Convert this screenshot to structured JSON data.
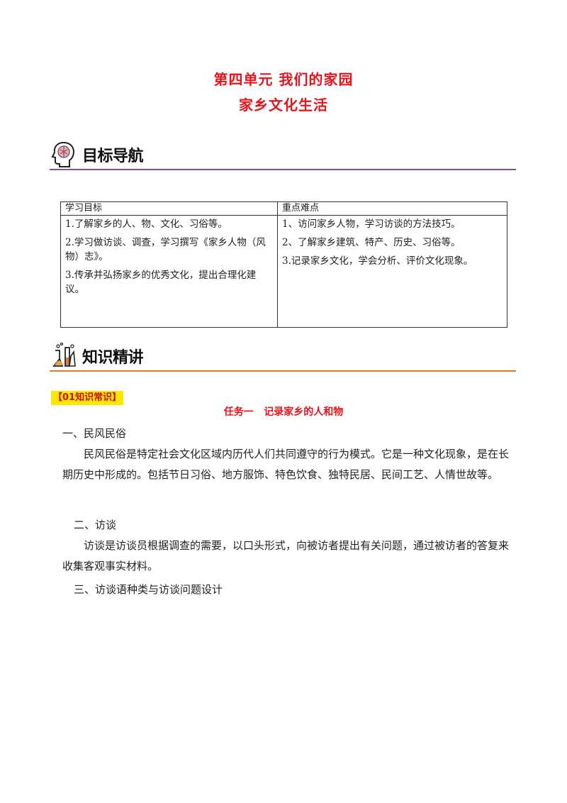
{
  "header": {
    "title_line1": "第四单元  我们的家园",
    "title_line2": "家乡文化生活"
  },
  "section_goals": {
    "label": "目标导航",
    "icon": "brain-head-icon",
    "rule_color": "#7b4fa5"
  },
  "goals_table": {
    "col1_header": "学习目标",
    "col2_header": "重点难点",
    "col1_items": [
      "1.了解家乡的人、物、文化、习俗等。",
      "2.学习做访谈、调查，学习撰写《家乡人物（风物）志》。",
      "3.传承并弘扬家乡的优秀文化，提出合理化建议。"
    ],
    "col2_items": [
      "1、访问家乡人物，学习访谈的方法技巧。",
      "2、了解家乡建筑、特产、历史、习俗等。",
      "3.记录家乡文化，学会分析、评价文化现象。"
    ]
  },
  "section_knowledge": {
    "label": "知识精讲",
    "icon": "lab-flask-icon",
    "rule_color": "#e37b2c"
  },
  "knowledge": {
    "tag": "【01知识常识】",
    "task_title": "任务一   记录家乡的人和物",
    "heading1": "一、民风民俗",
    "para1": "民风民俗是特定社会文化区域内历代人们共同遵守的行为模式。它是一种文化现象，是在长期历史中形成的。包括节日习俗、地方服饰、特色饮食、独特民居、民间工艺、人情世故等。",
    "heading2": "二、访谈",
    "para2": "访谈是访谈员根据调查的需要，以口头形式，向被访者提出有关问题，通过被访者的答复来收集客观事实材料。",
    "heading3": "三、访谈语种类与访谈问题设计"
  },
  "colors": {
    "title_red": "#e8141b",
    "tag_yellow": "#ffe700"
  }
}
